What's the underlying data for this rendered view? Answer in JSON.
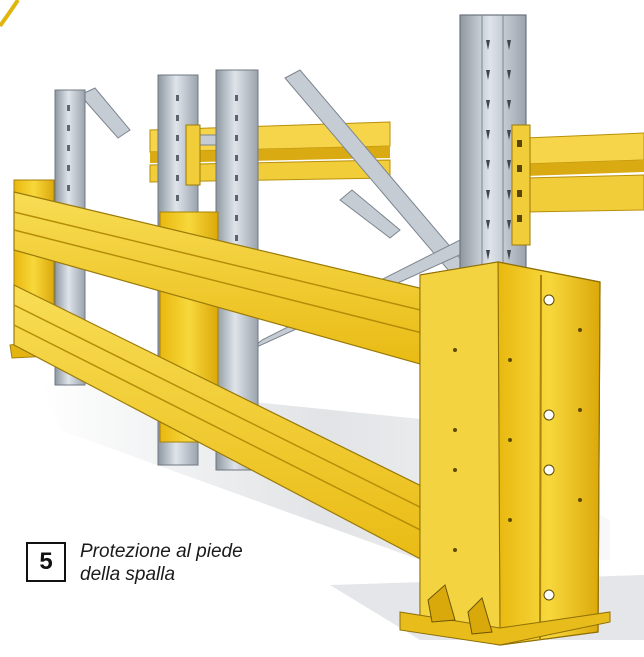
{
  "caption": {
    "number": "5",
    "line1": "Protezione al piede",
    "line2": "della spalla"
  },
  "colors": {
    "guard_yellow": "#f2cc1b",
    "guard_dark": "#c99a06",
    "upright_steel": "#c9cfd6",
    "beam_yellow": "#f6d54a"
  },
  "icons": {
    "illustration": "rack-upright-guard-illustration"
  }
}
